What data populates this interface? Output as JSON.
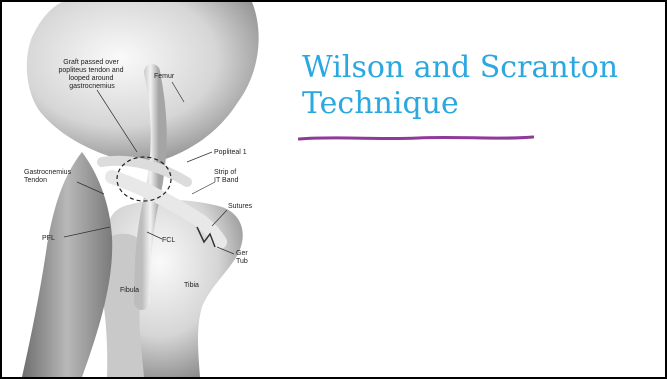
{
  "slide": {
    "title_line1": "Wilson and Scranton",
    "title_line2": "Technique",
    "title_color": "#2aa8e0",
    "underline_color": "#8e3a98"
  },
  "figure": {
    "labels": {
      "graft_line1": "Graft passed over",
      "graft_line2": "popliteus tendon and",
      "graft_line3": "looped around",
      "graft_line4": "gastrocnemius",
      "femur": "Femur",
      "popliteal": "Popliteal 1",
      "strip_line1": "Strip of",
      "strip_line2": "IT Band",
      "gastro_line1": "Gastrocnemius",
      "gastro_line2": "Tendon",
      "sutures": "Sutures",
      "pfl": "PFL",
      "fcl": "FCL",
      "ger_line1": "Ger",
      "ger_line2": "Tub",
      "fibula": "Fibula",
      "tibia": "Tibia"
    }
  }
}
